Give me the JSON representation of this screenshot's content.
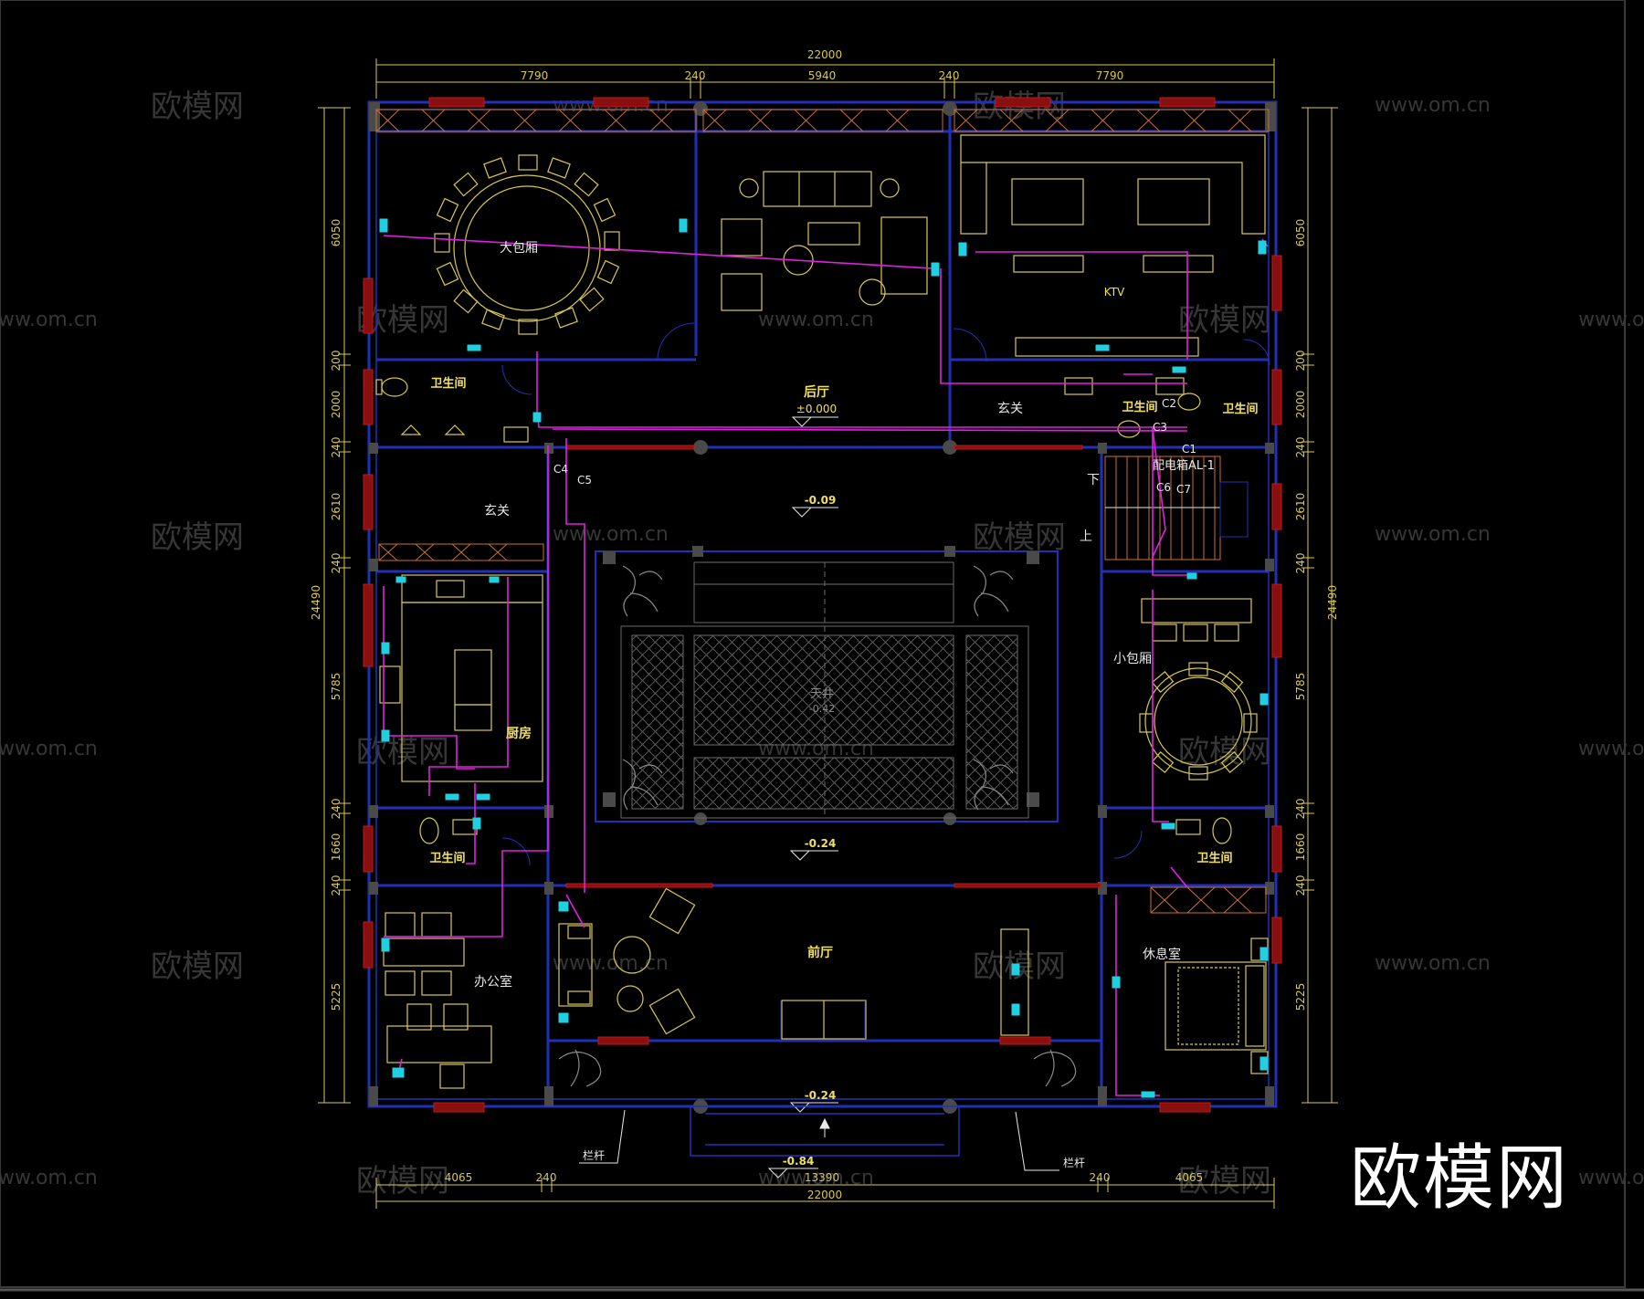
{
  "plan": {
    "overall_width": "22000",
    "overall_depth": "24490",
    "top_dims": [
      "7790",
      "240",
      "5940",
      "240",
      "7790"
    ],
    "bottom_dims": [
      "4065",
      "240",
      "13390",
      "240",
      "4065"
    ],
    "left_dims": [
      "6050",
      "200",
      "2000",
      "240",
      "2610",
      "240",
      "5785",
      "240",
      "1660",
      "240",
      "5225"
    ],
    "right_dims": [
      "6050",
      "200",
      "2000",
      "240",
      "2610",
      "240",
      "5785",
      "240",
      "1660",
      "240",
      "5225"
    ]
  },
  "rooms": {
    "big_private_room": "大包厢",
    "rear_hall": "后厅",
    "rear_hall_level": "±0.000",
    "ktv": "KTV",
    "foyer_right": "玄关",
    "foyer_left": "玄关",
    "restroom_left_top": "卫生间",
    "restroom_mid_a": "卫生间",
    "restroom_mid_b": "卫生间",
    "restroom_left_bottom": "卫生间",
    "restroom_right_bottom": "卫生间",
    "kitchen": "厨房",
    "small_private_room": "小包厢",
    "courtyard": "天井",
    "courtyard_level": "-0.42",
    "front_hall": "前厅",
    "office": "办公室",
    "rest_room": "休息室"
  },
  "levels": {
    "corridor_top": "-0.09",
    "corridor_bottom": "-0.24",
    "porch": "-0.24",
    "entrance": "-0.84"
  },
  "annotations": {
    "panel_label": "配电箱AL-1",
    "circuits": [
      "C1",
      "C2",
      "C3",
      "C4",
      "C5",
      "C6",
      "C7"
    ],
    "stair_down": "下",
    "stair_up": "上",
    "railing_left": "栏杆",
    "railing_right": "栏杆"
  },
  "watermark": "www.om.cn",
  "watermark_cn": "欧模网",
  "brand_logo": "欧模网",
  "colors": {
    "background": "#000000",
    "wall": "#2230b8",
    "furniture": "#d8c850",
    "wire": "#e020e0",
    "fixture": "#20d0e0",
    "dimension": "#d8c850",
    "window": "#b01818",
    "text_white": "#e8e8e8",
    "text_yellow": "#f0e060"
  }
}
